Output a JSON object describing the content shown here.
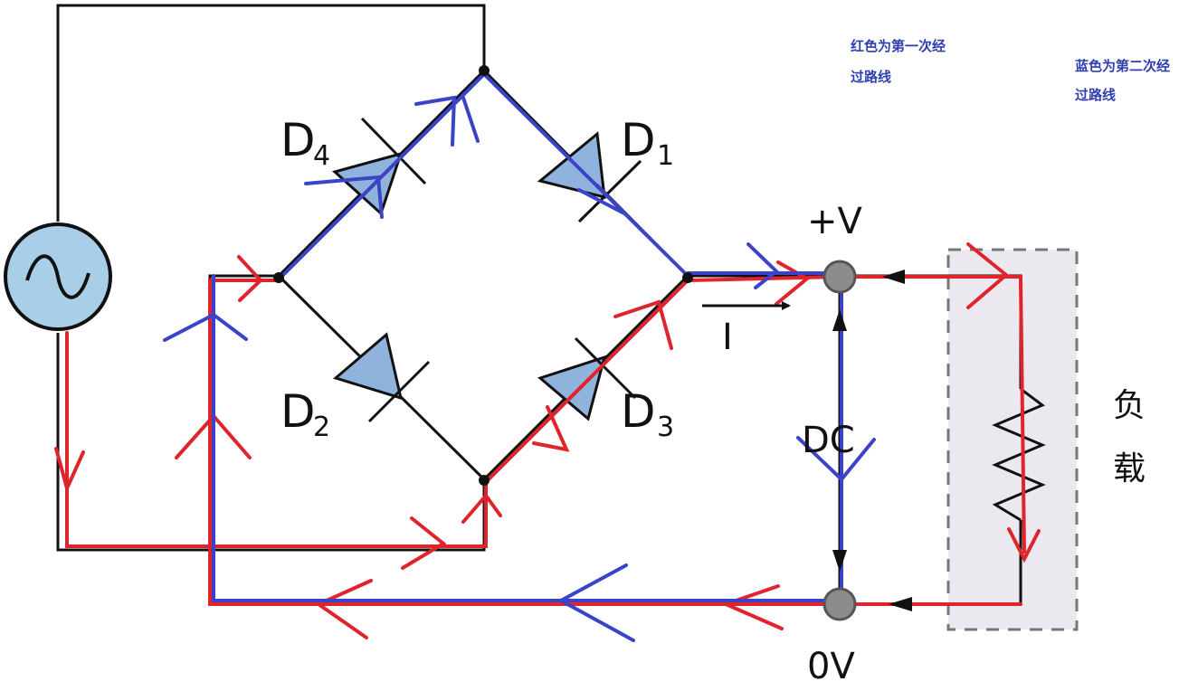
{
  "legend": {
    "red_line1": "红色为第一次经",
    "red_line2": "过路线",
    "blue_line1": "蓝色为第二次经",
    "blue_line2": "过路线"
  },
  "labels": {
    "d4": "D",
    "d4_sub": "4",
    "d1": "D",
    "d1_sub": "1",
    "d2": "D",
    "d2_sub": "2",
    "d3": "D",
    "d3_sub": "3",
    "plus_v": "+V",
    "zero_v": "0V",
    "current": "I",
    "dc": "DC",
    "load_1": "负",
    "load_2": "载"
  },
  "colors": {
    "wire": "#111111",
    "red_path": "#e0242c",
    "blue_path": "#3b44c8",
    "diode_fill": "#8fb3dc",
    "source_fill": "#a9cfe8",
    "node_gray": "#8c8c8c",
    "load_box": "#ece8f0"
  }
}
